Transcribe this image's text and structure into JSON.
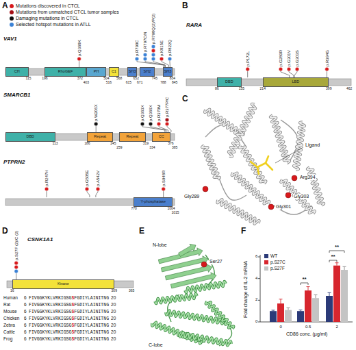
{
  "diagram": {
    "nodes": [
      {
        "text": [
          "CH"
        ]
      },
      {
        "text": [
          "RhoGEF"
        ]
      },
      {
        "text": [
          "PH"
        ]
      },
      {
        "text": [
          "C1"
        ]
      },
      {
        "text": [
          "SH3"
        ]
      },
      {
        "text": [
          "SH2"
        ]
      },
      {
        "text": [
          "SH3"
        ]
      },
      {
        "text": [
          "DBD"
        ]
      },
      {
        "text": [
          "Repeat"
        ]
      },
      {
        "text": [
          "Repeat"
        ]
      },
      {
        "text": [
          "CC"
        ]
      },
      {
        "text": [
          "Y-phosphatase"
        ]
      },
      {
        "text": [
          "DBD"
        ]
      },
      {
        "text": [
          "LBD"
        ]
      },
      {
        "text": [
          "Kinase"
        ]
      }
    ],
    "labels": [
      "A",
      "B",
      "C",
      "D",
      "E",
      "F",
      "VAV1",
      "SMARCB1",
      "PTPRN2",
      "RARA",
      "CSNK1A1",
      "p.Q368K",
      "p.R790C",
      "p.R797C/N",
      "p.R798Q(2)/P(2)",
      "p.K815E",
      "p.R822Q",
      "115",
      "196",
      "372",
      "403",
      "504",
      "516",
      "568",
      "615",
      "652",
      "671",
      "745",
      "788",
      "834",
      "845",
      "p.W206X",
      "p.Q363X",
      "p.Q366X",
      "p.R370M",
      "p.R377P/C",
      "113",
      "186",
      "245",
      "259",
      "319",
      "334",
      "376",
      "385",
      "p.R247H",
      "p.G505E",
      "p.A542V",
      "p.S948R",
      "770",
      "1004",
      "1015",
      "p.P172L",
      "p.G289R",
      "p.G301V",
      "p.G303S",
      "p.R394G",
      "86",
      "155",
      "214",
      "399",
      "462",
      "Ligand",
      "Gly289",
      "Arg394",
      "Gly303",
      "Gly301",
      "p.S27F (2)/C (2)",
      "16",
      "309",
      "365",
      "Human",
      "6",
      "FIVGGKYKLVRKIGSG",
      "S",
      "FGDIYLAINITNG",
      "20",
      "Rat",
      "6",
      "FIVGGKYKLVRKIGSG",
      "S",
      "FGDIYLAINITNG",
      "20",
      "Mouse",
      "6",
      "FIVGGKYKLVRKIGSG",
      "S",
      "FGDIYLAINITNG",
      "20",
      "Chicken",
      "6",
      "FIVGGKYKLVRKIGSG",
      "S",
      "FGDIYLAINITNG",
      "20",
      "Zebra",
      "6",
      "FIVGGKYKLVRKIGSG",
      "S",
      "FGDIYLAINITNG",
      "20",
      "Cattle",
      "6",
      "FIVGGKYKLVRKIGSG",
      "S",
      "FGDIYLAINITNG",
      "20",
      "Frog",
      "6",
      "FIVGGKYKLVRKIGSG",
      "S",
      "FGDIYLAINITNG",
      "20",
      "N-lobe",
      "C-lobe",
      "Ser27",
      "Fold change of IL-2 mRNA",
      "CD86 conc. (µg/ml)",
      "0",
      "2",
      "4",
      "6",
      "0",
      "0.5",
      "2",
      "**",
      "**",
      "**"
    ],
    "legend": [
      {
        "text": "Mutations discovered in CTCL",
        "color": "#d7191c"
      },
      {
        "text": "Mutations from unmatched CTCL tumor samples",
        "color": "#a50f15"
      },
      {
        "text": "Damaging mutations in CTCL",
        "color": "#111111"
      },
      {
        "text": "Selected hotspot mutations in ATLL",
        "color": "#3b82d6"
      },
      {
        "text": "WT",
        "color": "#2b3a78"
      },
      {
        "text": "p.S27C",
        "color": "#d7262e"
      },
      {
        "text": "p.S27F",
        "color": "#c4c4c4"
      }
    ]
  }
}
